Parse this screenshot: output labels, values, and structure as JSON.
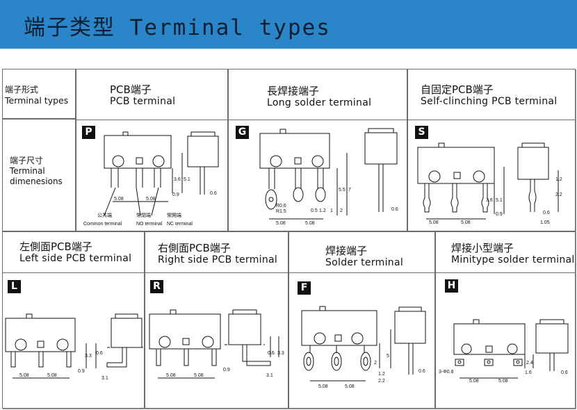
{
  "banner": {
    "title": "端子类型 Terminal types"
  },
  "row_labels": {
    "type_zh": "端子形式",
    "type_en": "Terminal types",
    "dim_zh": "端子尺寸",
    "dim_en_1": "Terminal",
    "dim_en_2": "dimenesions"
  },
  "panels": [
    {
      "badge": "P",
      "zh": "PCB端子",
      "en": "PCB terminal",
      "dims": [
        "5.08",
        "5.08",
        "0.9",
        "0.6",
        "3.6",
        "5.1"
      ],
      "notes": [
        "公共端",
        "常閉端",
        "常開端",
        "Common terminal",
        "NO terminal",
        "NC terminal"
      ]
    },
    {
      "badge": "G",
      "zh": "長焊接端子",
      "en": "Long solder  terminal",
      "dims": [
        "5.08",
        "5.08",
        "R0.6",
        "R1.5",
        "0.5",
        "1.2",
        "1",
        "2",
        "5.5",
        "7",
        "0.6"
      ]
    },
    {
      "badge": "S",
      "zh": "自固定PCB端子",
      "en": "Self-clinching PCB terminal",
      "dims": [
        "5.08",
        "5.08",
        "0.9",
        "3.6",
        "5.1",
        "1.2",
        "2.2",
        "0.6",
        "1.05"
      ]
    },
    {
      "badge": "L",
      "zh": "左側面PCB端子",
      "en": "Left side  PCB  terminal",
      "dims": [
        "5.08",
        "5.08",
        "0.9",
        "3.3",
        "0.6",
        "3.1"
      ]
    },
    {
      "badge": "R",
      "zh": "右側面PCB端子",
      "en": "Right side  PCB  terminal",
      "dims": [
        "5.08",
        "5.08",
        "0.9",
        "3.3",
        "0.6",
        "3.1"
      ]
    },
    {
      "badge": "F",
      "zh": "焊接端子",
      "en": "Solder  terminal",
      "dims": [
        "5.08",
        "5.08",
        "2",
        "5",
        "1.2",
        "2.2",
        "0.6"
      ]
    },
    {
      "badge": "H",
      "zh": "焊接小型端子",
      "en": "Minitype solder terminal",
      "dims": [
        "3-Φ0.8",
        "5.08",
        "5.08",
        "2.4",
        "1.6",
        "0.6"
      ]
    }
  ]
}
